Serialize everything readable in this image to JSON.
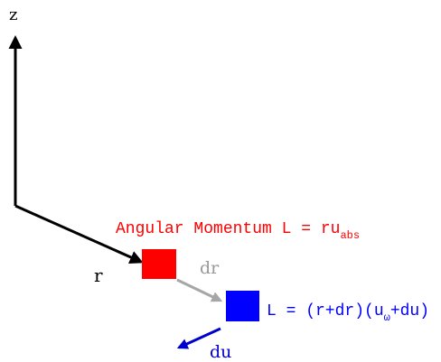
{
  "labels": {
    "z_axis": "z",
    "r": "r",
    "dr": "dr",
    "du": "du",
    "title_main": "Angular Momentum L = ru",
    "title_sub": "abs",
    "equation_part1": "L = (r+dr)(u",
    "equation_sub": "ω",
    "equation_part2": "+du)"
  },
  "colors": {
    "axis": "#000000",
    "initial_mass": "#ff0000",
    "final_mass": "#0000ff",
    "displacement_arrow": "#a6a6a6",
    "velocity_arrow": "#0000cc",
    "title_text": "#ff0000",
    "equation_text": "#0000ff",
    "dr_text": "#999999",
    "du_text": "#0000cc"
  }
}
